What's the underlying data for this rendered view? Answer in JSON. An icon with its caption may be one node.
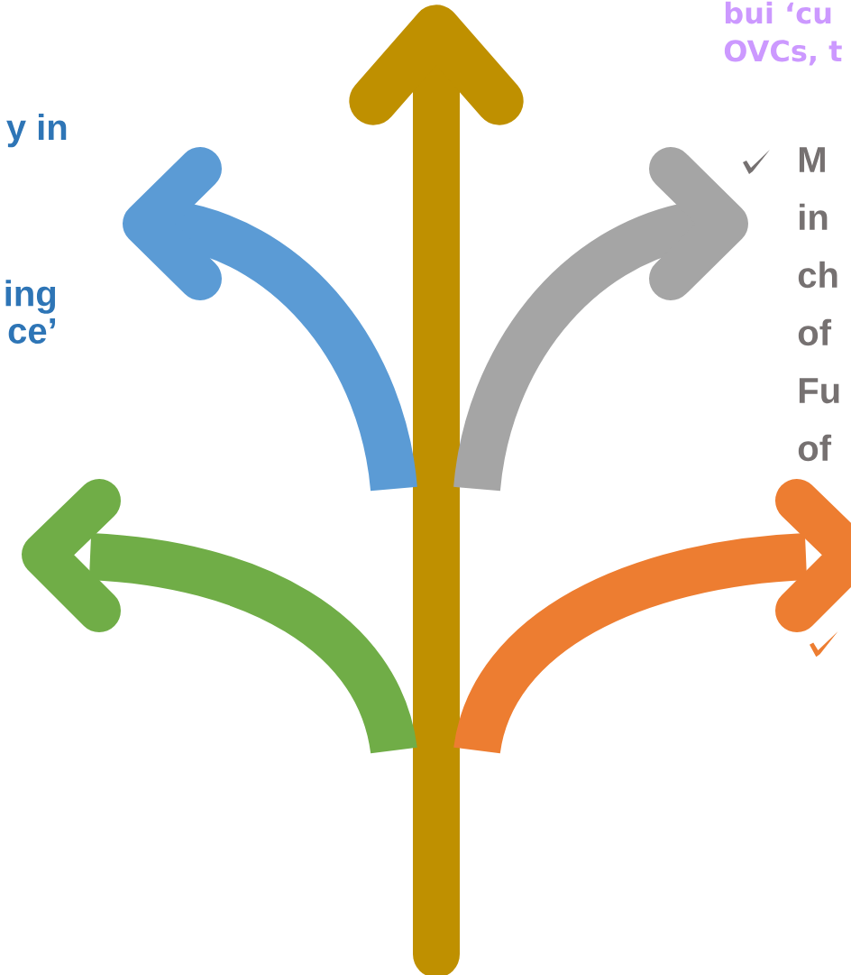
{
  "diagram": {
    "labels": [
      "bui ‘cu",
      "OVCs, t",
      "y in",
      "ing ce’",
      "M in ch of Fu of"
    ]
  }
}
